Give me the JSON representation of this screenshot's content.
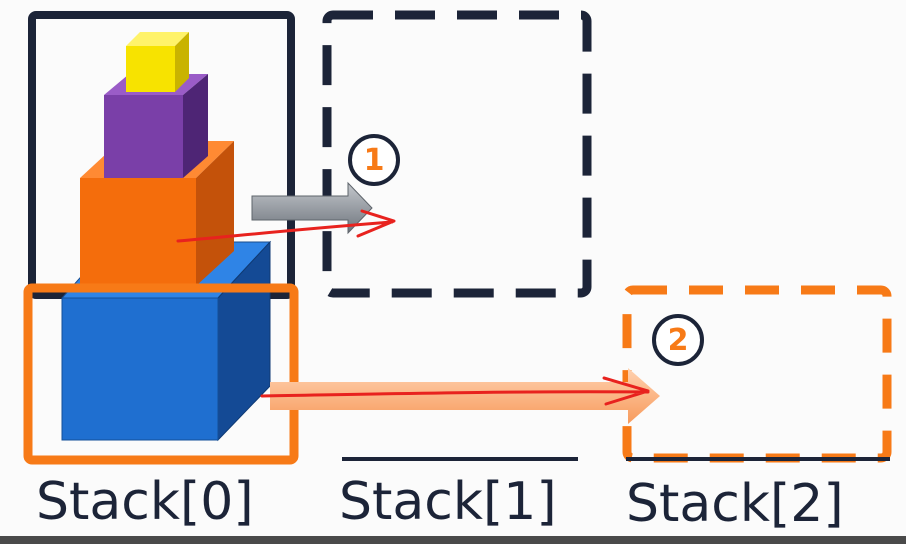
{
  "stacks": [
    {
      "label": "Stack[0]"
    },
    {
      "label": "Stack[1]"
    },
    {
      "label": "Stack[2]"
    }
  ],
  "steps": [
    {
      "number": "1"
    },
    {
      "number": "2"
    }
  ],
  "blocks": [
    {
      "name": "yellow-block",
      "color": "#f7e300"
    },
    {
      "name": "purple-block",
      "color": "#7a3fa8"
    },
    {
      "name": "orange-block",
      "color": "#f46d0c"
    },
    {
      "name": "blue-block",
      "color": "#1f6fd0"
    }
  ],
  "colors": {
    "dark": "#1c2438",
    "accent": "#f77a17",
    "grey_arrow": "#8a9099",
    "red_stroke": "#e8221e"
  }
}
